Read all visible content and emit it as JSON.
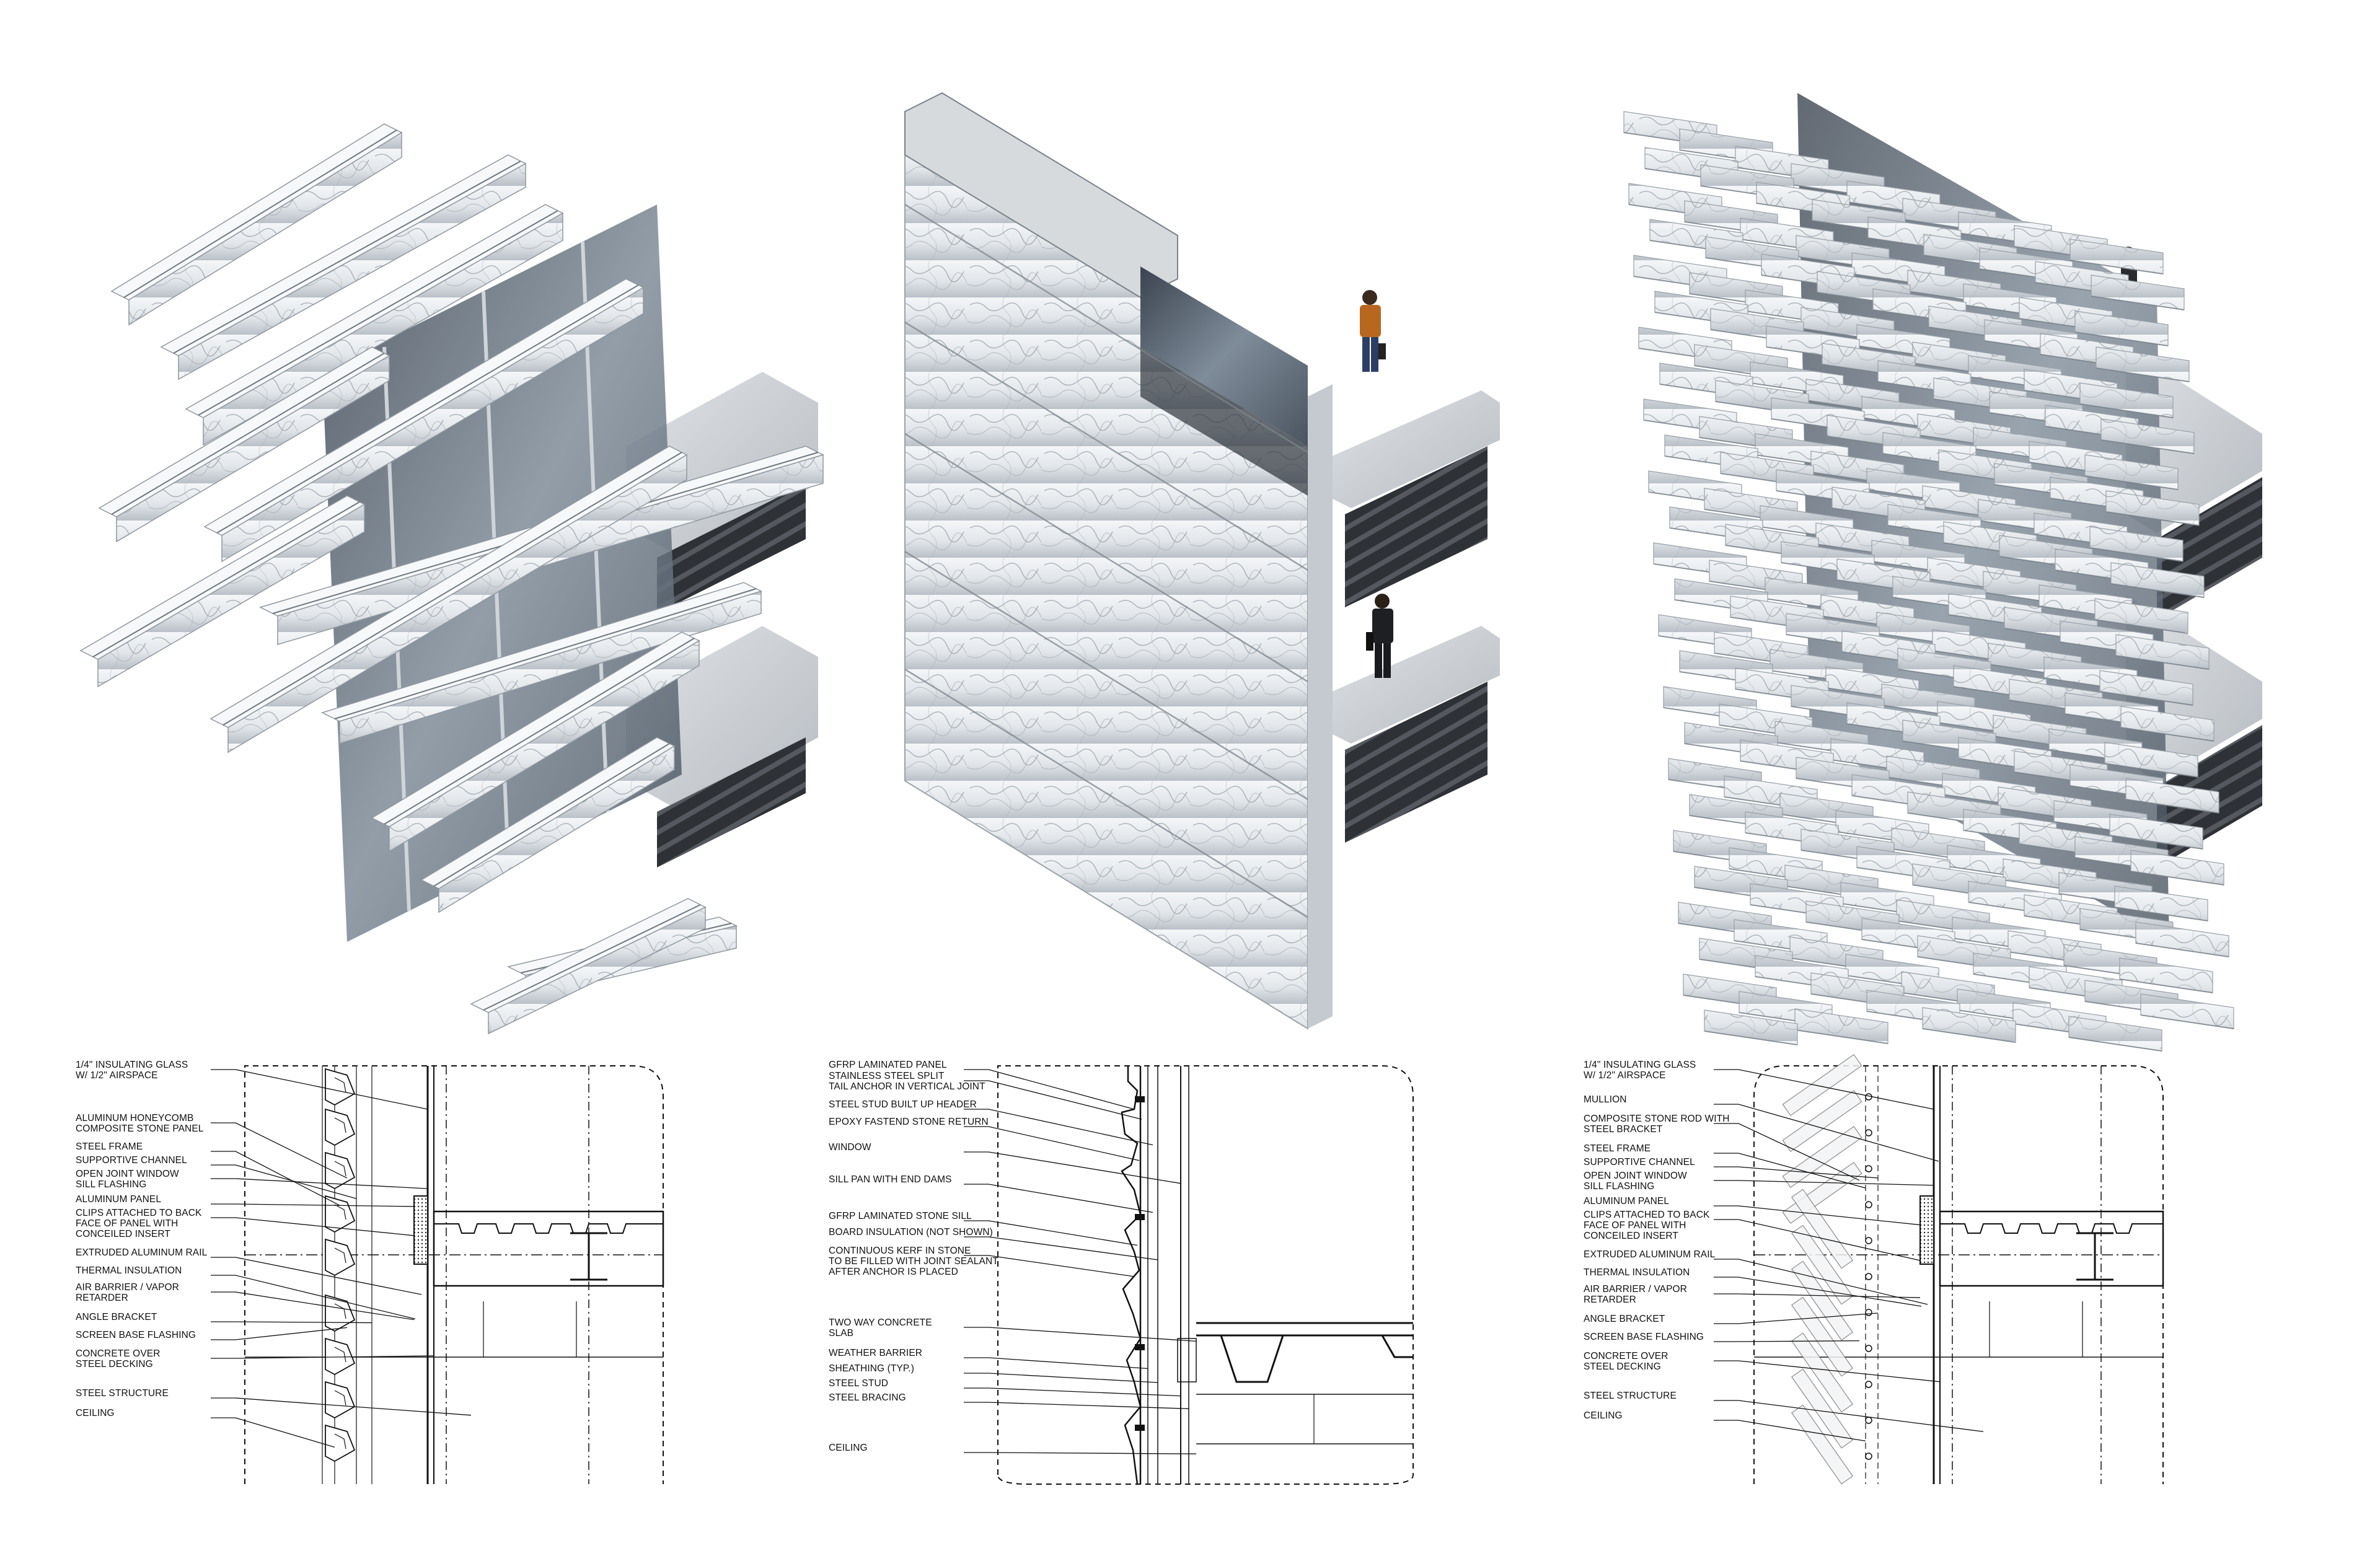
{
  "diagram_title": "",
  "colors": {
    "stone": "#e9ecef",
    "stone_shadow": "#aab2ba",
    "stone_vein": "#8d959d",
    "glass": "#5f6b78",
    "slab_top": "#d7dade",
    "slab_edge": "#bfc4c9",
    "deck": "#3a3d42",
    "frame": "#c8ccd0",
    "line": "#111111"
  },
  "renders": [
    {
      "id": "render-left",
      "description_icon": "horizontal-stone-panel-facade"
    },
    {
      "id": "render-center",
      "description_icon": "composite-stone-sill-facade"
    },
    {
      "id": "render-right",
      "description_icon": "stone-rod-louver-facade"
    }
  ],
  "details": [
    {
      "id": "detail-left",
      "labels": [
        "1/4\" INSULATING GLASS\nW/ 1/2\" AIRSPACE",
        "ALUMINUM HONEYCOMB\nCOMPOSITE STONE PANEL",
        "STEEL FRAME",
        "SUPPORTIVE CHANNEL",
        "OPEN JOINT WINDOW\nSILL FLASHING",
        "ALUMINUM PANEL",
        "CLIPS ATTACHED TO BACK\nFACE OF PANEL WITH\nCONCEILED INSERT",
        "EXTRUDED ALUMINUM RAIL",
        "THERMAL INSULATION",
        "AIR BARRIER / VAPOR\nRETARDER",
        "ANGLE BRACKET",
        "SCREEN BASE FLASHING",
        "CONCRETE OVER\nSTEEL DECKING",
        "STEEL STRUCTURE",
        "CEILING"
      ]
    },
    {
      "id": "detail-center",
      "labels": [
        "GFRP LAMINATED PANEL",
        "STAINLESS STEEL SPLIT\nTAIL ANCHOR IN VERTICAL JOINT",
        "STEEL STUD BUILT UP HEADER",
        "EPOXY FASTEND STONE RETURN",
        "WINDOW",
        "SILL PAN WITH END DAMS",
        "GFRP LAMINATED STONE SILL",
        "BOARD INSULATION (NOT SHOWN)",
        "CONTINUOUS KERF IN STONE\nTO BE FILLED WITH JOINT SEALANT\nAFTER ANCHOR IS PLACED",
        "TWO WAY CONCRETE\nSLAB",
        "WEATHER BARRIER",
        "SHEATHING (TYP.)",
        "STEEL STUD",
        "STEEL BRACING",
        "CEILING"
      ]
    },
    {
      "id": "detail-right",
      "labels": [
        "1/4\" INSULATING GLASS\nW/ 1/2\" AIRSPACE",
        "MULLION",
        "COMPOSITE STONE ROD WITH\nSTEEL BRACKET",
        "STEEL FRAME",
        "SUPPORTIVE CHANNEL",
        "OPEN JOINT WINDOW\nSILL FLASHING",
        "ALUMINUM PANEL",
        "CLIPS ATTACHED TO BACK\nFACE OF PANEL WITH\nCONCEILED INSERT",
        "EXTRUDED ALUMINUM RAIL",
        "THERMAL INSULATION",
        "AIR BARRIER / VAPOR\nRETARDER",
        "ANGLE BRACKET",
        "SCREEN BASE FLASHING",
        "CONCRETE OVER\nSTEEL DECKING",
        "STEEL STRUCTURE",
        "CEILING"
      ]
    }
  ]
}
